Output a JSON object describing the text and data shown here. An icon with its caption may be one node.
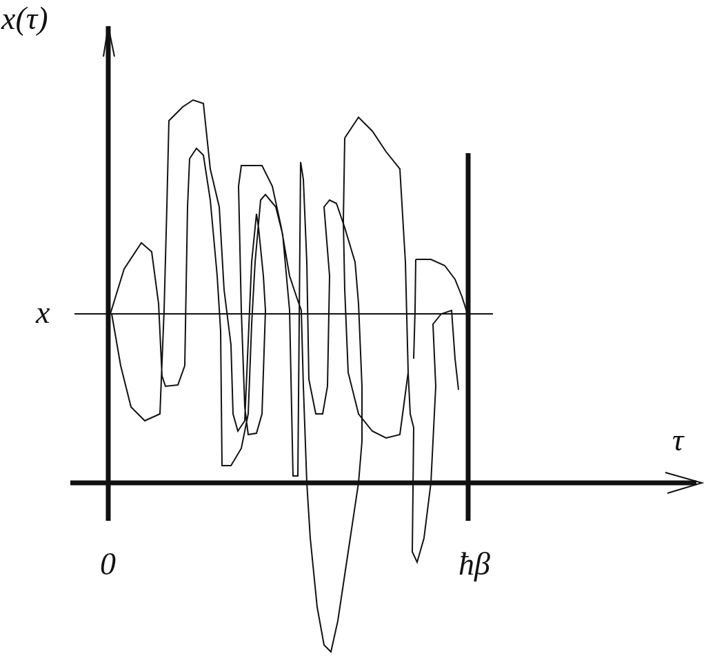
{
  "diagram": {
    "labels": [
      "x(τ)",
      "τ",
      "x",
      "0",
      "ħβ"
    ]
  }
}
